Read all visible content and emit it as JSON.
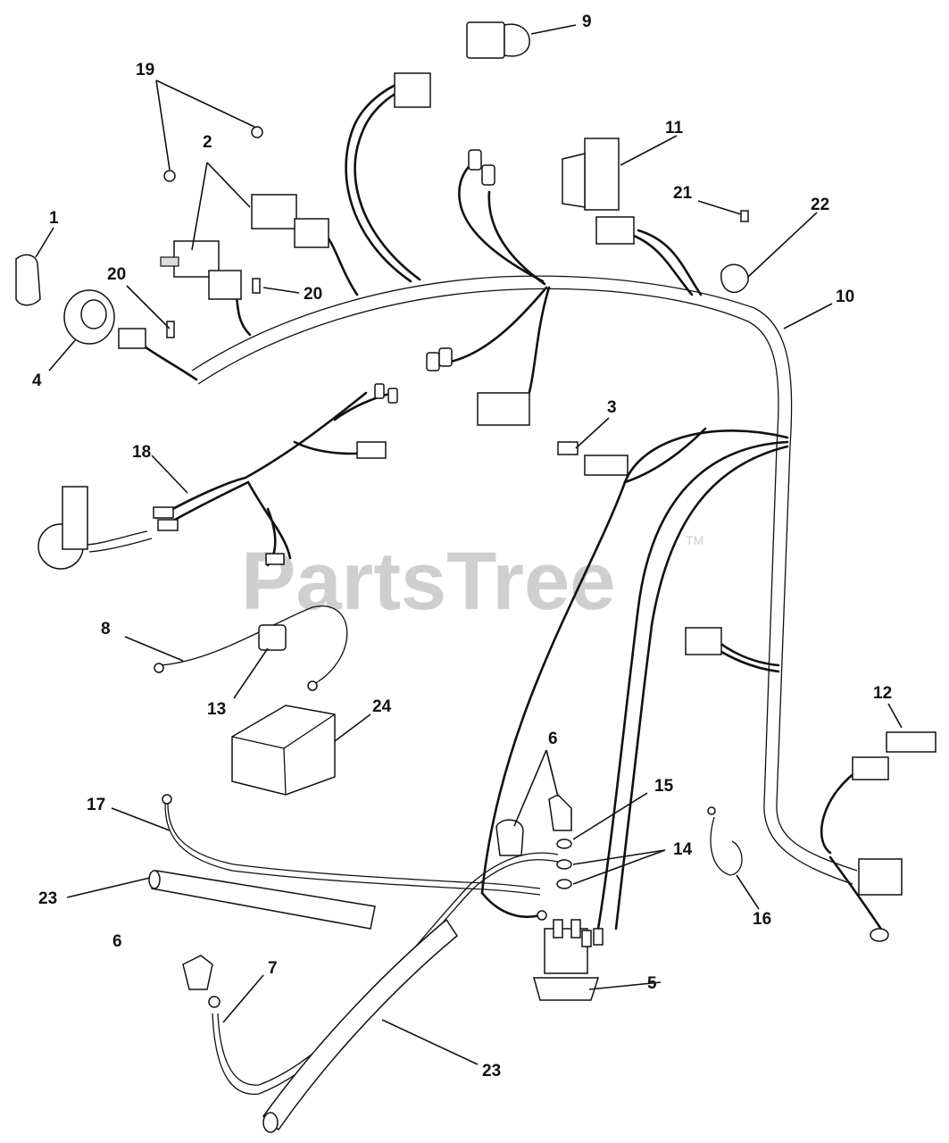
{
  "watermark": {
    "brand": "PartsTree",
    "trademark": "TM"
  },
  "callouts": {
    "c1": "1",
    "c2": "2",
    "c3": "3",
    "c4": "4",
    "c5": "5",
    "c6a": "6",
    "c6b": "6",
    "c7": "7",
    "c8": "8",
    "c9": "9",
    "c10": "10",
    "c11": "11",
    "c12": "12",
    "c13": "13",
    "c14": "14",
    "c15": "15",
    "c16": "16",
    "c17": "17",
    "c18": "18",
    "c19": "19",
    "c20a": "20",
    "c20b": "20",
    "c21": "21",
    "c22": "22",
    "c23a": "23",
    "c23b": "23",
    "c24": "24"
  },
  "colors": {
    "ink": "#111111",
    "watermark": "#cfcfcf",
    "background": "#ffffff"
  }
}
